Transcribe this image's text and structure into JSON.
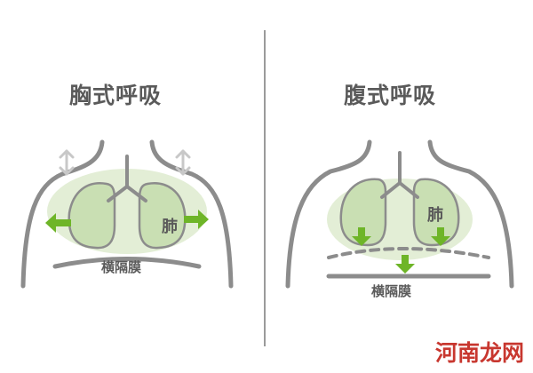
{
  "left_panel": {
    "title": "胸式呼吸",
    "lung_label": "肺",
    "diaphragm_label": "横隔膜"
  },
  "right_panel": {
    "title": "腹式呼吸",
    "lung_label": "肺",
    "diaphragm_label": "横隔膜"
  },
  "watermark": "河南龙网",
  "colors": {
    "outline": "#8c8c8c",
    "lung_fill": "#c9dfb3",
    "lung_glow": "#e3eed6",
    "arrow_green": "#6eb528",
    "arrow_grey": "#c8c8c8",
    "text": "#5a5a5a"
  }
}
